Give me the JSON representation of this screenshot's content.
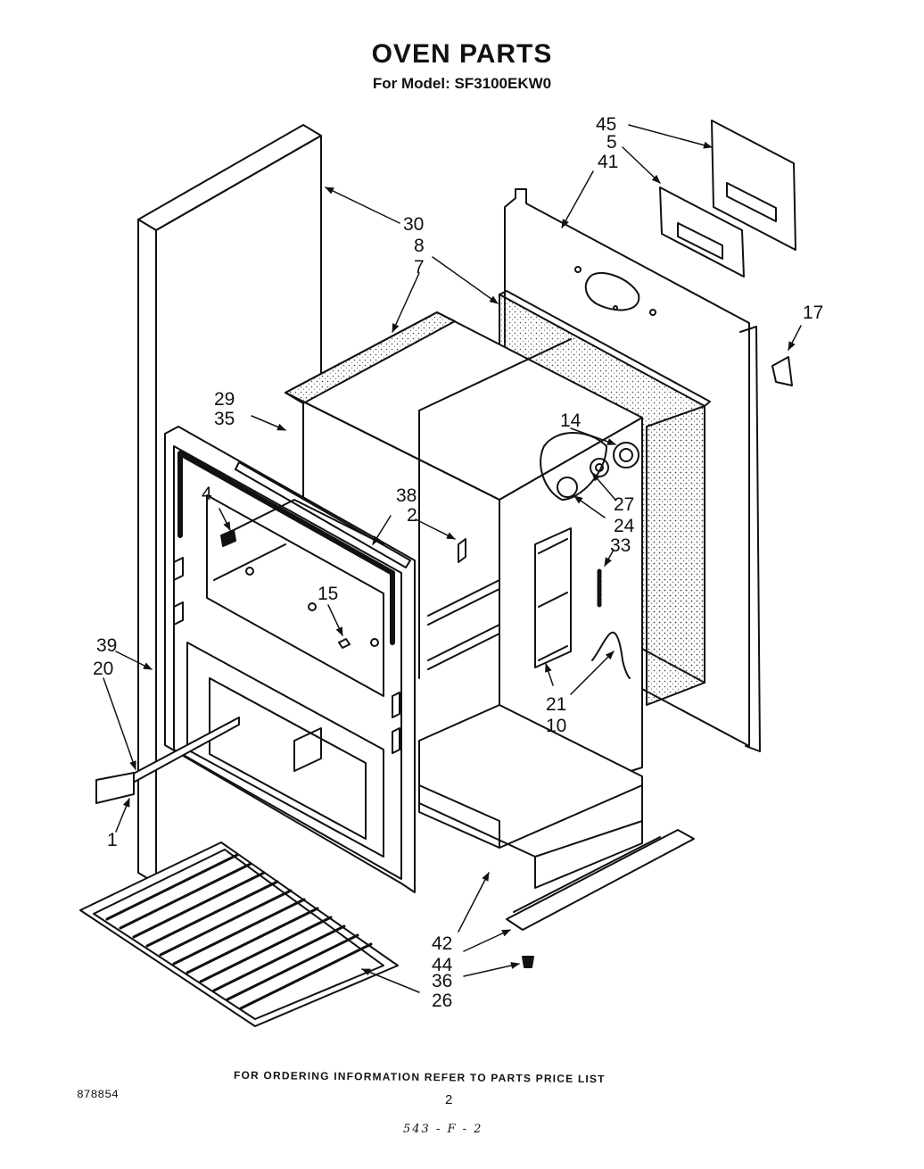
{
  "title": "OVEN PARTS",
  "subtitle": "For Model:  SF3100EKW0",
  "footer": {
    "ordering_note": "FOR ORDERING INFORMATION REFER TO PARTS PRICE LIST",
    "document_number": "878854",
    "page_number": "2",
    "handwritten_code": "543 - F - 2"
  },
  "callouts": [
    {
      "id": "c45",
      "label": "45"
    },
    {
      "id": "c5",
      "label": "5"
    },
    {
      "id": "c41",
      "label": "41"
    },
    {
      "id": "c30",
      "label": "30"
    },
    {
      "id": "c8",
      "label": "8"
    },
    {
      "id": "c7",
      "label": "7"
    },
    {
      "id": "c17",
      "label": "17"
    },
    {
      "id": "c29",
      "label": "29"
    },
    {
      "id": "c35",
      "label": "35"
    },
    {
      "id": "c14",
      "label": "14"
    },
    {
      "id": "c4",
      "label": "4"
    },
    {
      "id": "c38",
      "label": "38"
    },
    {
      "id": "c2",
      "label": "2"
    },
    {
      "id": "c27",
      "label": "27"
    },
    {
      "id": "c24",
      "label": "24"
    },
    {
      "id": "c33",
      "label": "33"
    },
    {
      "id": "c15",
      "label": "15"
    },
    {
      "id": "c39",
      "label": "39"
    },
    {
      "id": "c20",
      "label": "20"
    },
    {
      "id": "c21",
      "label": "21"
    },
    {
      "id": "c10",
      "label": "10"
    },
    {
      "id": "c1",
      "label": "1"
    },
    {
      "id": "c42",
      "label": "42"
    },
    {
      "id": "c44",
      "label": "44"
    },
    {
      "id": "c36",
      "label": "36"
    },
    {
      "id": "c26",
      "label": "26"
    }
  ]
}
